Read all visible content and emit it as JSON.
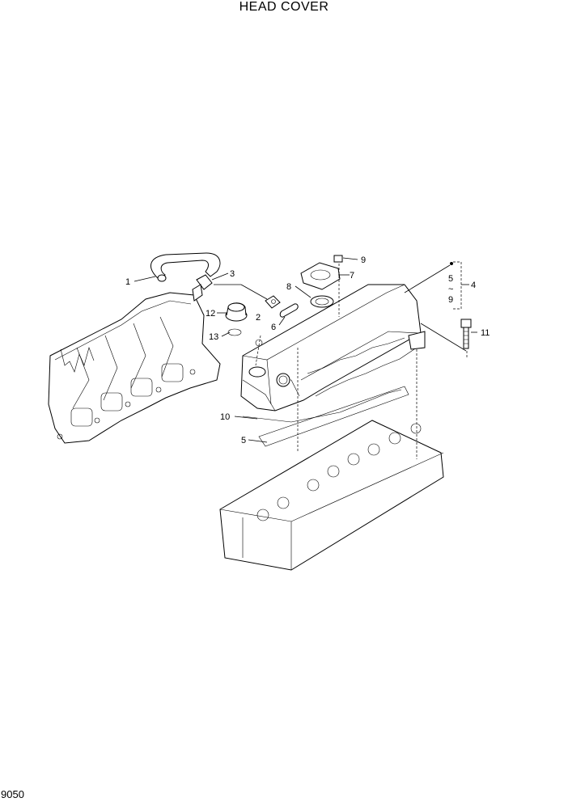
{
  "title": "HEAD COVER",
  "page_code": "9050",
  "callouts": {
    "c1": "1",
    "c2": "2",
    "c3": "3",
    "c4": "4",
    "c5": "5",
    "c5b": "5",
    "c6": "6",
    "c7": "7",
    "c8": "8",
    "c9": "9",
    "c9b": "9",
    "c10": "10",
    "c11": "11",
    "c12": "12",
    "c13": "13",
    "range_sep": "~"
  }
}
